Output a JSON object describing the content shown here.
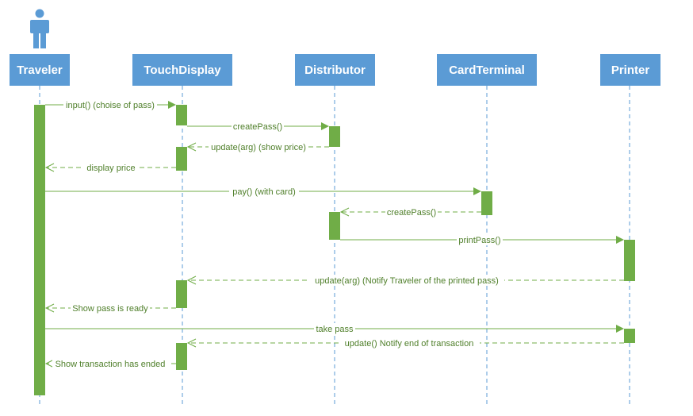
{
  "colors": {
    "header_fill": "#5b9bd5",
    "header_text": "#ffffff",
    "activation_fill": "#70ad47",
    "message_line": "#70ad47",
    "label_text": "#4f7f2a",
    "lifeline": "#5b9bd5"
  },
  "actor_icon": "person-icon",
  "lifelines": [
    {
      "id": "traveler",
      "label": "Traveler"
    },
    {
      "id": "touchdisplay",
      "label": "TouchDisplay"
    },
    {
      "id": "distributor",
      "label": "Distributor"
    },
    {
      "id": "cardterminal",
      "label": "CardTerminal"
    },
    {
      "id": "printer",
      "label": "Printer"
    }
  ],
  "messages": [
    {
      "from": "traveler",
      "to": "touchdisplay",
      "label": "input() (choise of pass)",
      "style": "sync"
    },
    {
      "from": "touchdisplay",
      "to": "distributor",
      "label": "createPass()",
      "style": "sync"
    },
    {
      "from": "distributor",
      "to": "touchdisplay",
      "label": "update(arg) (show price)",
      "style": "return"
    },
    {
      "from": "touchdisplay",
      "to": "traveler",
      "label": "display price",
      "style": "return"
    },
    {
      "from": "traveler",
      "to": "cardterminal",
      "label": "pay() (with card)",
      "style": "sync"
    },
    {
      "from": "cardterminal",
      "to": "distributor",
      "label": "createPass()",
      "style": "return"
    },
    {
      "from": "distributor",
      "to": "printer",
      "label": "printPass()",
      "style": "sync"
    },
    {
      "from": "printer",
      "to": "touchdisplay",
      "label": "update(arg) (Notify Traveler of the printed pass)",
      "style": "return"
    },
    {
      "from": "touchdisplay",
      "to": "traveler",
      "label": "Show pass is ready",
      "style": "return"
    },
    {
      "from": "traveler",
      "to": "printer",
      "label": "take pass",
      "style": "sync"
    },
    {
      "from": "printer",
      "to": "touchdisplay",
      "label": "update() Notify end of transaction",
      "style": "return"
    },
    {
      "from": "touchdisplay",
      "to": "traveler",
      "label": "Show transaction has ended",
      "style": "return"
    }
  ]
}
